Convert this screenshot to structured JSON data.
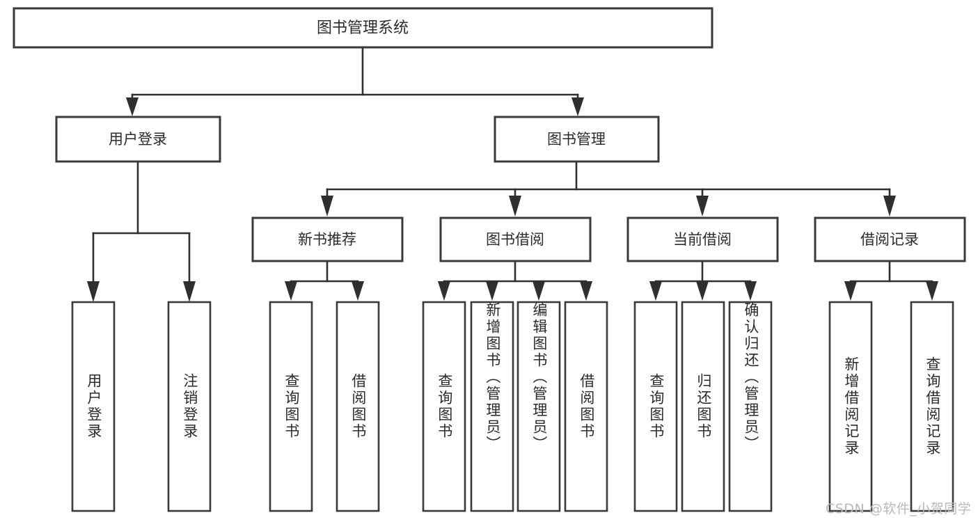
{
  "diagram": {
    "type": "tree-hierarchy",
    "title": "图书管理系统",
    "root": {
      "label": "图书管理系统"
    },
    "level2": [
      {
        "label": "用户登录"
      },
      {
        "label": "图书管理"
      }
    ],
    "level3": [
      {
        "label": "新书推荐"
      },
      {
        "label": "图书借阅"
      },
      {
        "label": "当前借阅"
      },
      {
        "label": "借阅记录"
      }
    ],
    "leaves": {
      "user_login": [
        {
          "label": "用户登录"
        },
        {
          "label": "注销登录"
        }
      ],
      "new_book_recommend": [
        {
          "label": "查询图书"
        },
        {
          "label": "借阅图书"
        }
      ],
      "book_borrow": [
        {
          "label": "查询图书"
        },
        {
          "label": "新增图书（管理员）"
        },
        {
          "label": "编辑图书（管理员）"
        },
        {
          "label": "借阅图书"
        }
      ],
      "current_borrow": [
        {
          "label": "查询图书"
        },
        {
          "label": "归还图书"
        },
        {
          "label": "确认归还（管理员）"
        }
      ],
      "borrow_record": [
        {
          "label": "新增借阅记录"
        },
        {
          "label": "查询借阅记录"
        }
      ]
    }
  },
  "watermark": {
    "text": "CSDN @软件_小贺同学"
  },
  "colors": {
    "box_stroke": "#3a3a3a",
    "connector": "#2f2f2f",
    "text": "#2b2b2b",
    "background": "#ffffff",
    "watermark": "#b9b9b9"
  }
}
